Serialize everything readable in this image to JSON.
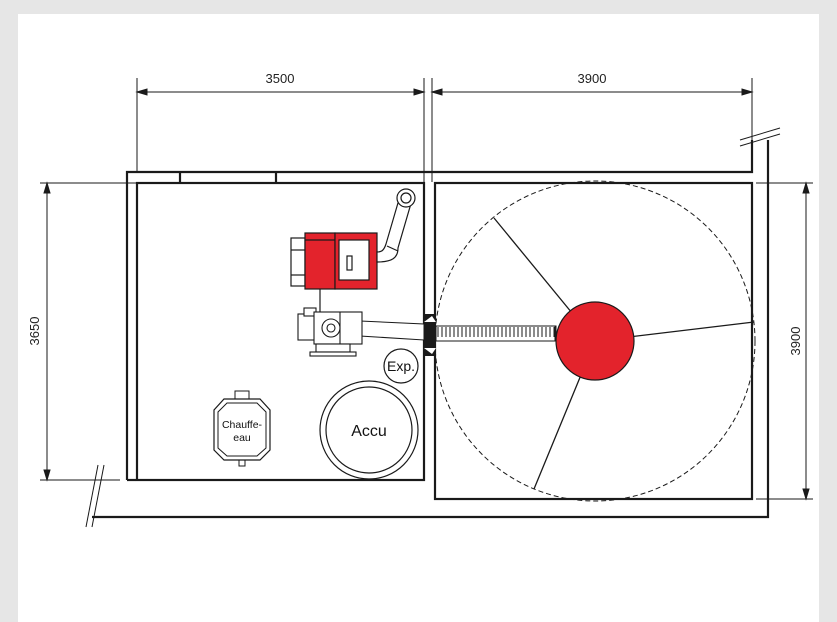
{
  "dimensions": {
    "top_left": "3500",
    "top_right": "3900",
    "left_side": "3650",
    "right_side": "3900"
  },
  "labels": {
    "water_heater": [
      "Chauffe-",
      "eau"
    ],
    "accumulator": "Accu",
    "expansion_vessel": "Exp."
  },
  "colors": {
    "background": "#e6e6e6",
    "paper": "#ffffff",
    "boiler_red": "#e3232c",
    "line": "#1a1a1a"
  },
  "icons": {
    "boiler": "boiler-icon",
    "chimney": "flue-pipe-icon",
    "auger": "auger-feeder-icon",
    "silo_agitator": "agitator-icon"
  }
}
